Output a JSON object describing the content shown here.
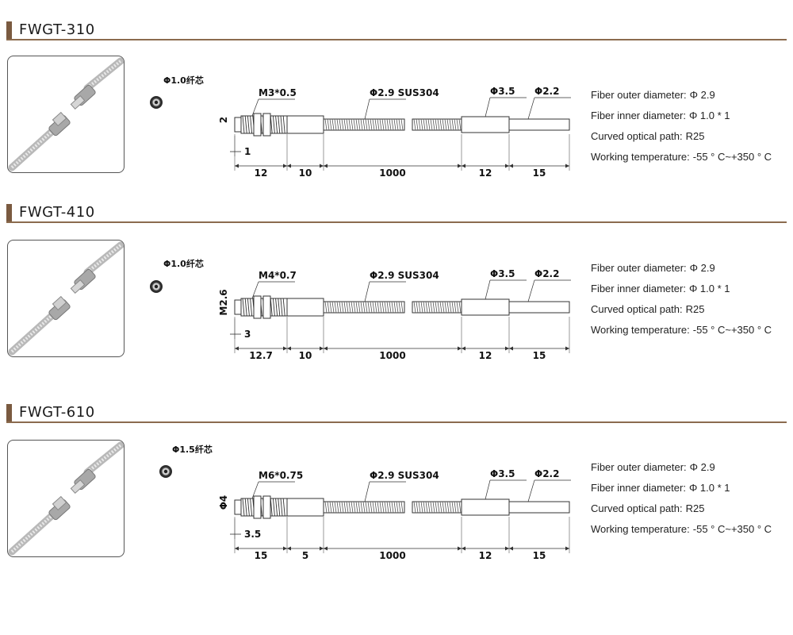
{
  "products": [
    {
      "model": "FWGT-310",
      "core_label": "Φ1.0纤芯",
      "thread": "M3*0.5",
      "tube": "Φ2.9 SUS304",
      "sleeve_d": "Φ3.5",
      "tip_d": "Φ2.2",
      "thread_side": "2",
      "step": "1",
      "dims": [
        "12",
        "10",
        "1000",
        "12",
        "15"
      ],
      "specs": [
        {
          "label": "Fiber outer diameter:",
          "value": "Φ 2.9"
        },
        {
          "label": "Fiber inner diameter:",
          "value": "Φ 1.0 * 1"
        },
        {
          "label": "Curved optical path:",
          "value": "R25"
        },
        {
          "label": "Working temperature:",
          "value": "-55 ° C~+350 ° C"
        }
      ]
    },
    {
      "model": "FWGT-410",
      "core_label": "Φ1.0纤芯",
      "thread": "M4*0.7",
      "tube": "Φ2.9 SUS304",
      "sleeve_d": "Φ3.5",
      "tip_d": "Φ2.2",
      "thread_side": "M2.6",
      "step": "3",
      "dims": [
        "12.7",
        "10",
        "1000",
        "12",
        "15"
      ],
      "specs": [
        {
          "label": "Fiber outer diameter:",
          "value": "Φ 2.9"
        },
        {
          "label": "Fiber inner diameter:",
          "value": "Φ 1.0 * 1"
        },
        {
          "label": "Curved optical path:",
          "value": "R25"
        },
        {
          "label": "Working temperature:",
          "value": "-55 ° C~+350 ° C"
        }
      ]
    },
    {
      "model": "FWGT-610",
      "core_label": "Φ1.5纤芯",
      "thread": "M6*0.75",
      "tube": "Φ2.9 SUS304",
      "sleeve_d": "Φ3.5",
      "tip_d": "Φ2.2",
      "thread_side": "Φ4",
      "step": "3.5",
      "dims": [
        "15",
        "5",
        "1000",
        "12",
        "15"
      ],
      "specs": [
        {
          "label": "Fiber outer diameter:",
          "value": "Φ 2.9"
        },
        {
          "label": "Fiber inner diameter:",
          "value": "Φ 1.0 * 1"
        },
        {
          "label": "Curved optical path:",
          "value": "R25"
        },
        {
          "label": "Working temperature:",
          "value": "-55 ° C~+350 ° C"
        }
      ]
    }
  ]
}
